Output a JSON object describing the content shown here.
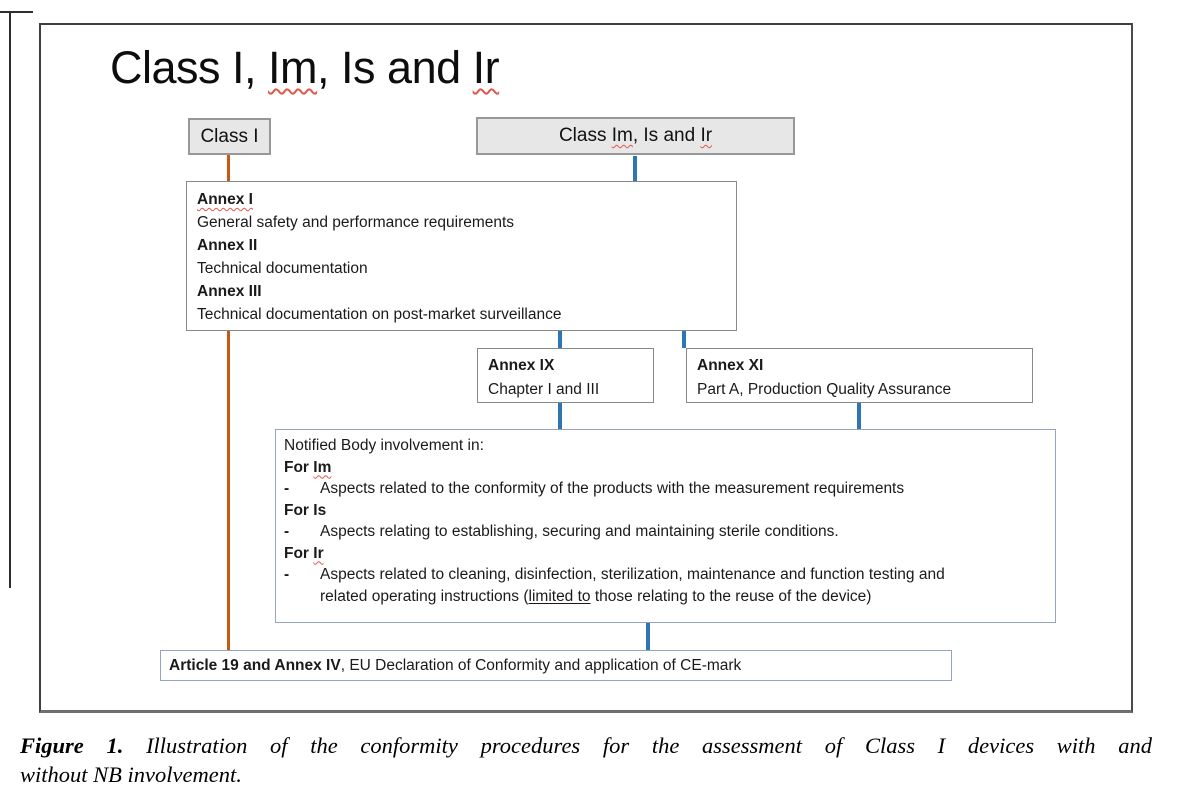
{
  "colors": {
    "orange": "#c55a11",
    "blue": "#2e75b6",
    "grayfill": "#e8e7e7"
  },
  "title": {
    "part1": "Class I, ",
    "word_im": "Im",
    "part2": ", Is and ",
    "word_ir": "Ir"
  },
  "top_boxes": {
    "class1_label": "Class I",
    "classim": {
      "part1": "Class ",
      "word_im": "Im",
      "part2": ", Is and ",
      "word_ir": "Ir"
    }
  },
  "annex_box": {
    "items": [
      {
        "heading": "Annex I",
        "text": "General safety and performance requirements"
      },
      {
        "heading": "Annex II",
        "text": "Technical documentation"
      },
      {
        "heading": "Annex III",
        "text": "Technical documentation on post-market surveillance"
      }
    ]
  },
  "annex_ix_box": {
    "heading": "Annex IX",
    "text": "Chapter I and III"
  },
  "annex_xi_box": {
    "heading": "Annex XI",
    "text": "Part A, Production Quality Assurance"
  },
  "nb_box": {
    "title": "Notified Body involvement in:",
    "bullet_marker": "-",
    "sections": [
      {
        "prefix": "For ",
        "word": "Im",
        "bullet": "Aspects related to the conformity of the products with the measurement requirements"
      },
      {
        "prefix": "For ",
        "word": "Is",
        "bullet": "Aspects relating to establishing, securing and maintaining sterile conditions."
      },
      {
        "prefix": "For ",
        "word": "Ir",
        "bullet_line1": "Aspects related to cleaning, disinfection, sterilization, maintenance and function testing and",
        "bullet_line2_a": "related operating instructions (",
        "bullet_underline": "limited to",
        "bullet_line2_b": " those relating to the reuse of the device)"
      }
    ]
  },
  "article_box": {
    "bold": "Article 19 and Annex IV",
    "rest": ", EU Declaration of Conformity and application of CE-mark"
  },
  "caption": {
    "label": "Figure 1.",
    "line1": " Illustration of the conformity procedures for the assessment of Class I devices with and",
    "line2": "without NB involvement."
  }
}
